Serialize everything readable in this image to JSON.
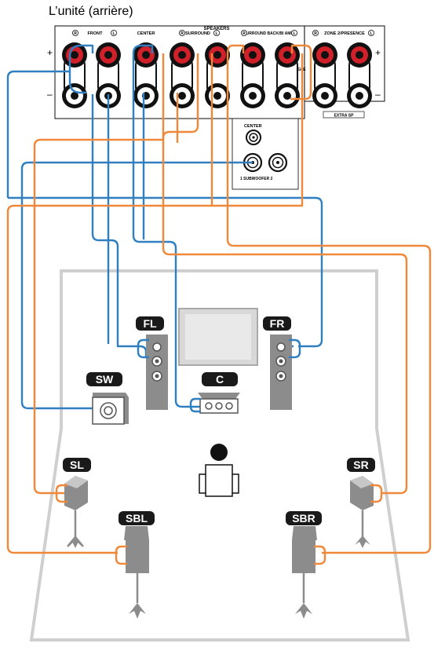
{
  "title": "L’unité (arrière)",
  "panel": {
    "speakers_label": "SPEAKERS",
    "front_label": "FRONT",
    "center_label": "CENTER",
    "surround_label": "SURROUND",
    "surround_back_label": "SURROUND BACK/BI AMP",
    "zone2_label": "ZONE 2/PRESENCE",
    "single_label": "SINGLE",
    "extra_sp_label": "EXTRA SP",
    "r_marker": "R",
    "l_marker": "L",
    "plus_sign": "+",
    "minus_sign": "–"
  },
  "sub_panel": {
    "center_label": "CENTER",
    "subwoofer_label": "1  SUBWOOFER  2"
  },
  "speakers": {
    "fl": "FL",
    "fr": "FR",
    "c": "C",
    "sw": "SW",
    "sl": "SL",
    "sr": "SR",
    "sbl": "SBL",
    "sbr": "SBR"
  },
  "colors": {
    "blue_wire": "#2f7fc1",
    "orange_wire": "#f0883a",
    "terminal_red": "#d0202a",
    "room_outline": "#cfcfcf",
    "speaker_grey": "#8c8c8c",
    "label_bg": "#1a1a1a"
  }
}
